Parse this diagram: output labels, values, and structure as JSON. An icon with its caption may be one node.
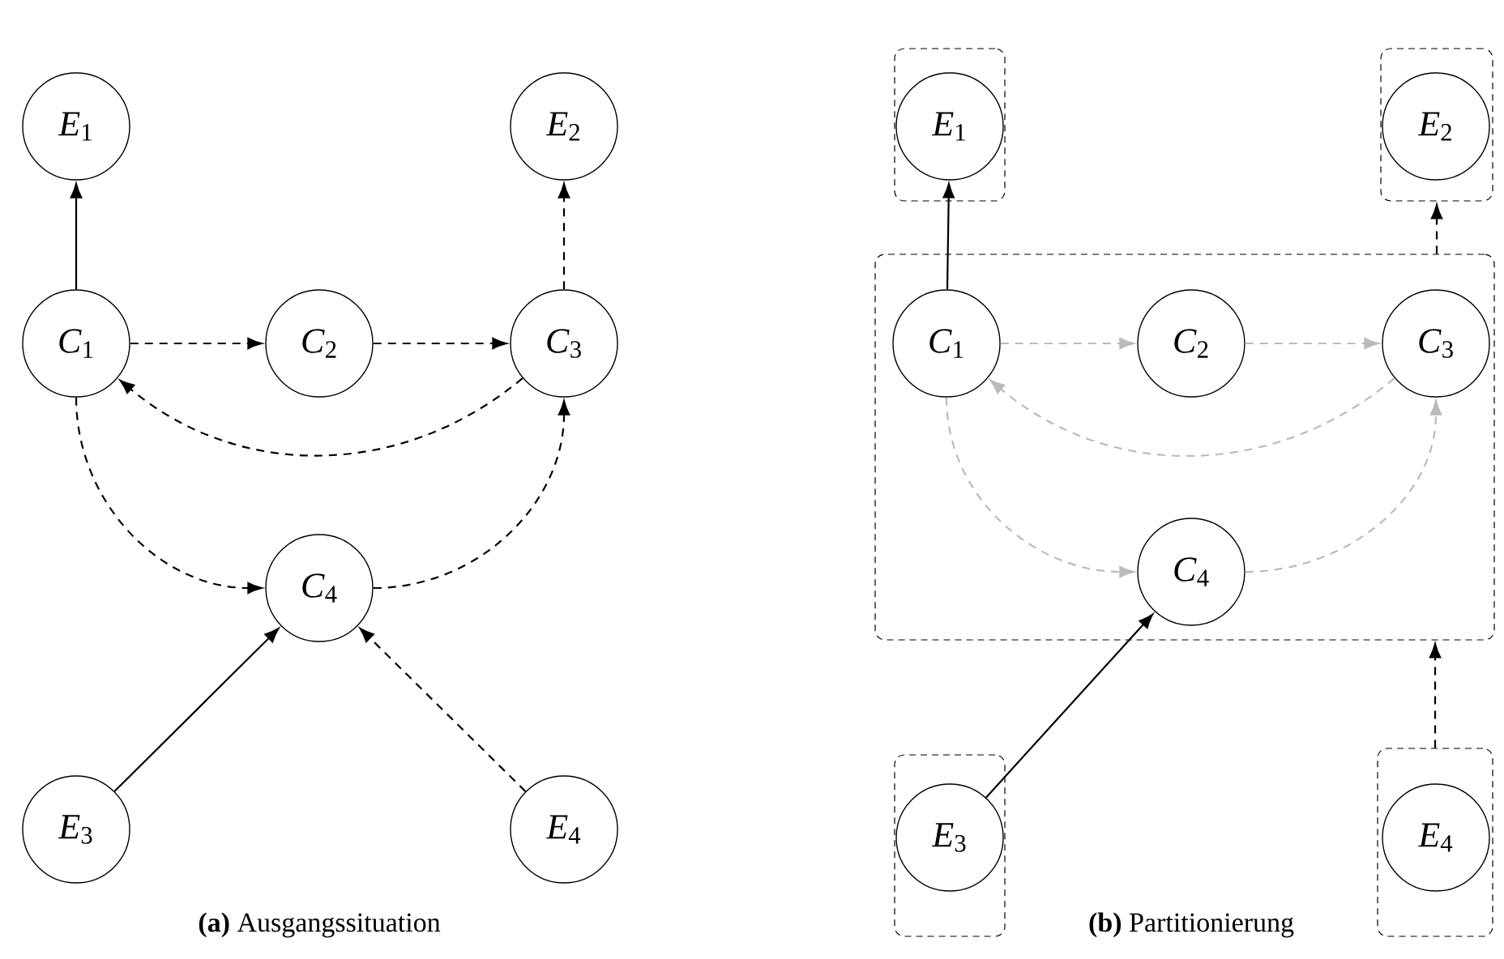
{
  "diagram": {
    "nodes": [
      {
        "text": [
          "*E*$_{1}$"
        ]
      },
      {
        "text": [
          "*E*$_{2}$"
        ]
      },
      {
        "text": [
          "*C*$_{1}$"
        ]
      },
      {
        "text": [
          "*C*$_{2}$"
        ]
      },
      {
        "text": [
          "*C*$_{3}$"
        ]
      },
      {
        "text": [
          "*C*$_{4}$"
        ]
      },
      {
        "text": [
          "*E*$_{3}$"
        ]
      },
      {
        "text": [
          "*E*$_{4}$"
        ]
      },
      {
        "text": [],
        "shape": "box"
      },
      {
        "text": [
          "*E*$_{1}$"
        ],
        "in": 8
      },
      {
        "text": [],
        "shape": "box"
      },
      {
        "text": [
          "*E*$_{2}$"
        ],
        "in": 10
      },
      {
        "text": [],
        "shape": "box"
      },
      {
        "text": [
          "*C*$_{1}$"
        ],
        "in": 12
      },
      {
        "text": [
          "*C*$_{2}$"
        ],
        "in": 12
      },
      {
        "text": [
          "*C*$_{3}$"
        ],
        "in": 12
      },
      {
        "text": [
          "*C*$_{4}$"
        ],
        "in": 12
      },
      {
        "text": [],
        "shape": "box"
      },
      {
        "text": [
          "*E*$_{3}$"
        ],
        "in": 17
      },
      {
        "text": [],
        "shape": "box"
      },
      {
        "text": [
          "*E*$_{4}$"
        ],
        "in": 19
      }
    ],
    "edges": [
      {
        "from": 2,
        "to": 0,
        "arrow": "to"
      },
      {
        "from": 4,
        "to": 1,
        "arrow": "to",
        "style": "dashed"
      },
      {
        "from": 2,
        "to": 3,
        "arrow": "to",
        "style": "dashed"
      },
      {
        "from": 3,
        "to": 4,
        "arrow": "to",
        "style": "dashed"
      },
      {
        "from": 4,
        "to": 2,
        "arrow": "to",
        "style": "dashed"
      },
      {
        "from": 2,
        "to": 5,
        "arrow": "to",
        "style": "dashed"
      },
      {
        "from": 5,
        "to": 4,
        "arrow": "to",
        "style": "dashed"
      },
      {
        "from": 6,
        "to": 5,
        "arrow": "to"
      },
      {
        "from": 7,
        "to": 5,
        "arrow": "to",
        "style": "dashed"
      },
      {
        "from": 13,
        "to": 9,
        "arrow": "to"
      },
      {
        "from": 12,
        "to": 10,
        "arrow": "to",
        "style": "dashed"
      },
      {
        "from": 13,
        "to": 14,
        "arrow": "to",
        "style": "dashed",
        "color": "#bbbbbb"
      },
      {
        "from": 14,
        "to": 15,
        "arrow": "to",
        "style": "dashed",
        "color": "#bbbbbb"
      },
      {
        "from": 15,
        "to": 13,
        "arrow": "to",
        "style": "dashed",
        "color": "#bbbbbb"
      },
      {
        "from": 13,
        "to": 16,
        "arrow": "to",
        "style": "dashed",
        "color": "#bbbbbb"
      },
      {
        "from": 16,
        "to": 15,
        "arrow": "to",
        "style": "dashed",
        "color": "#bbbbbb"
      },
      {
        "from": 18,
        "to": 16,
        "arrow": "to"
      },
      {
        "from": 19,
        "to": 12,
        "arrow": "to",
        "style": "dashed"
      }
    ],
    "labels": [
      "**(a)** Ausgangssituation",
      "**(b)** Partitionierung"
    ]
  }
}
